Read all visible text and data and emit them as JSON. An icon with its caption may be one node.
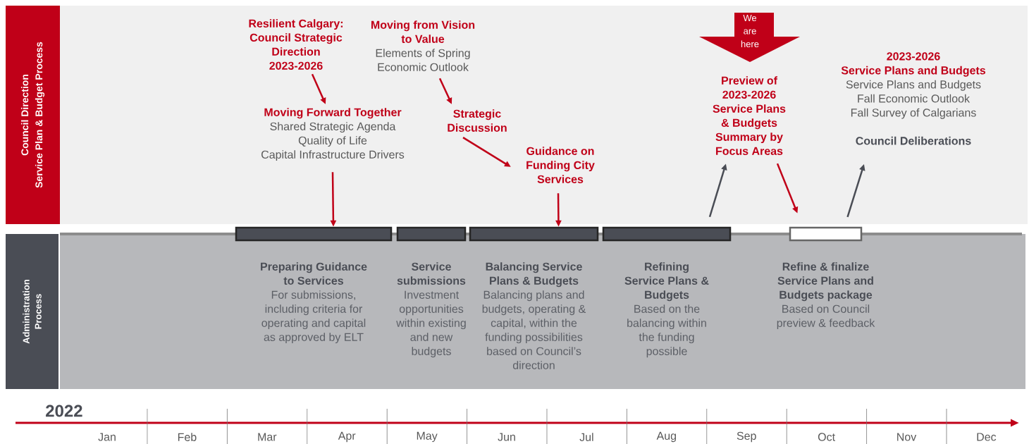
{
  "diagram": {
    "nodes": [
      {
        "text": [
          "Council Direction",
          "Service Plan & Budget Process"
        ]
      },
      {
        "text": [
          "Administration Process"
        ]
      },
      {
        "text": [
          "Resilient Calgary: Council Strategic Direction 2023-2026"
        ]
      },
      {
        "text": [
          "Moving Forward Together",
          "Shared Strategic Agenda",
          "Quality of Life",
          "Capital Infrastructure Drivers"
        ]
      },
      {
        "text": [
          "Moving from Vision to Value",
          "Elements of Spring Economic Outlook"
        ]
      },
      {
        "text": [
          "Strategic Discussion"
        ]
      },
      {
        "text": [
          "Guidance on Funding City Services"
        ]
      },
      {
        "text": [
          "We are here"
        ]
      },
      {
        "text": [
          "Preview of 2023-2026 Service Plans & Budgets Summary by Focus Areas"
        ]
      },
      {
        "text": [
          "2023-2026",
          "Service Plans and Budgets",
          "Service Plans and Budgets",
          "Fall Economic Outlook",
          "Fall Survey of Calgarians",
          "Council Deliberations"
        ]
      },
      {
        "text": [],
        "shape": "bar",
        "beside": [
          "Preparing Guidance to Services",
          "For submissions, including criteria for operating and capital as approved by ELT"
        ]
      },
      {
        "text": [],
        "shape": "bar",
        "beside": [
          "Service submissions",
          "Investment opportunities within existing and new budgets"
        ]
      },
      {
        "text": [],
        "shape": "bar",
        "beside": [
          "Balancing Service Plans & Budgets",
          "Balancing plans and budgets, operating & capital, within the funding possibilities based on Council’s direction"
        ]
      },
      {
        "text": [],
        "shape": "bar",
        "beside": [
          "Refining Service Plans & Budgets",
          "Based on the balancing within the funding possible"
        ]
      },
      {
        "text": [],
        "shape": "bar",
        "beside": [
          "Refine & finalize Service Plans and Budgets package",
          "Based on Council preview & feedback"
        ]
      }
    ],
    "edges": [
      {
        "from": 2,
        "to": 3,
        "arrow": "to"
      },
      {
        "from": 4,
        "to": 5,
        "arrow": "to"
      },
      {
        "from": 5,
        "to": 6,
        "arrow": "to"
      },
      {
        "from": 3,
        "to": 10,
        "arrow": "to"
      },
      {
        "from": 6,
        "to": 12,
        "arrow": "to"
      },
      {
        "from": 13,
        "to": 8,
        "arrow": "to",
        "color": "#4a4d55"
      },
      {
        "from": 8,
        "to": 14,
        "arrow": "to"
      },
      {
        "from": 14,
        "to": 9,
        "arrow": "to",
        "color": "#4a4d55"
      }
    ],
    "labels": [
      "2022",
      "Jan",
      "Feb",
      "Mar",
      "Apr",
      "May",
      "Jun",
      "Jul",
      "Aug",
      "Sep",
      "Oct",
      "Nov",
      "Dec"
    ]
  }
}
